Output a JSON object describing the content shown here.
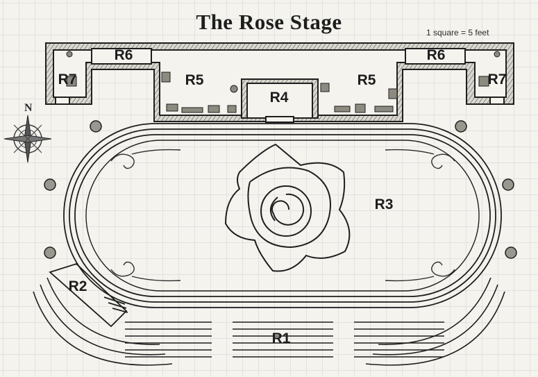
{
  "map": {
    "title": "The Rose Stage",
    "scale_note": "1 square = 5 feet",
    "compass": "N",
    "rooms": {
      "r1": "R1",
      "r2": "R2",
      "r3": "R3",
      "r4": "R4",
      "r5_left": "R5",
      "r5_right": "R5",
      "r6_left": "R6",
      "r6_right": "R6",
      "r7_left": "R7",
      "r7_right": "R7"
    }
  },
  "colors": {
    "paper": "#f4f3ee",
    "grid": "#cfd2d4",
    "ink": "#1e1e1e"
  }
}
